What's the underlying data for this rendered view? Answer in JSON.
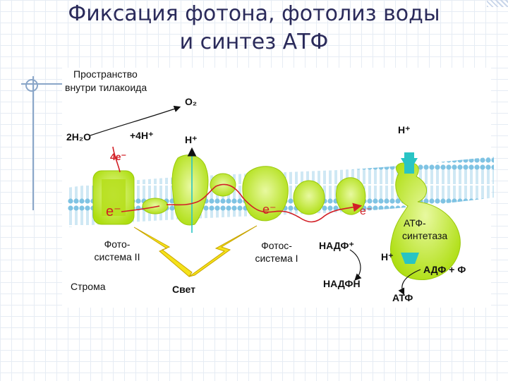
{
  "slide": {
    "title_line1": "Фиксация фотона, фотолиз воды",
    "title_line2": "и синтез АТФ"
  },
  "diagram": {
    "lumen_line1": "Пространство",
    "lumen_line2": "внутри тилакоида",
    "o2": "O₂",
    "h2o": "2H₂O",
    "four_h": "+4H⁺",
    "four_e": "4e⁻",
    "h_plus_lumen": "H⁺",
    "h_plus_top_right": "H⁺",
    "e1": "e⁻",
    "e2": "e⁻",
    "e3": "e⁻",
    "psii_line1": "Фото-",
    "psii_line2": "система II",
    "psi_line1": "Фотос-",
    "psi_line2": "система I",
    "light": "Свет",
    "stroma": "Строма",
    "nadp": "НАДФ⁺",
    "nadph": "НАДФН",
    "h_plus_stroma": "H⁺",
    "atp_synthase_line1": "АТФ-",
    "atp_synthase_line2": "синтетаза",
    "adp_p": "АДФ + Ф",
    "atp": "АТФ"
  },
  "colors": {
    "membrane": "#7fc3e3",
    "protein": "#b8e21a",
    "protein_light": "#dff58a",
    "arrow_red": "#d21f26",
    "light_yellow": "#f5e21a",
    "turquoise": "#29c4c4",
    "title": "#2a2a5a"
  }
}
